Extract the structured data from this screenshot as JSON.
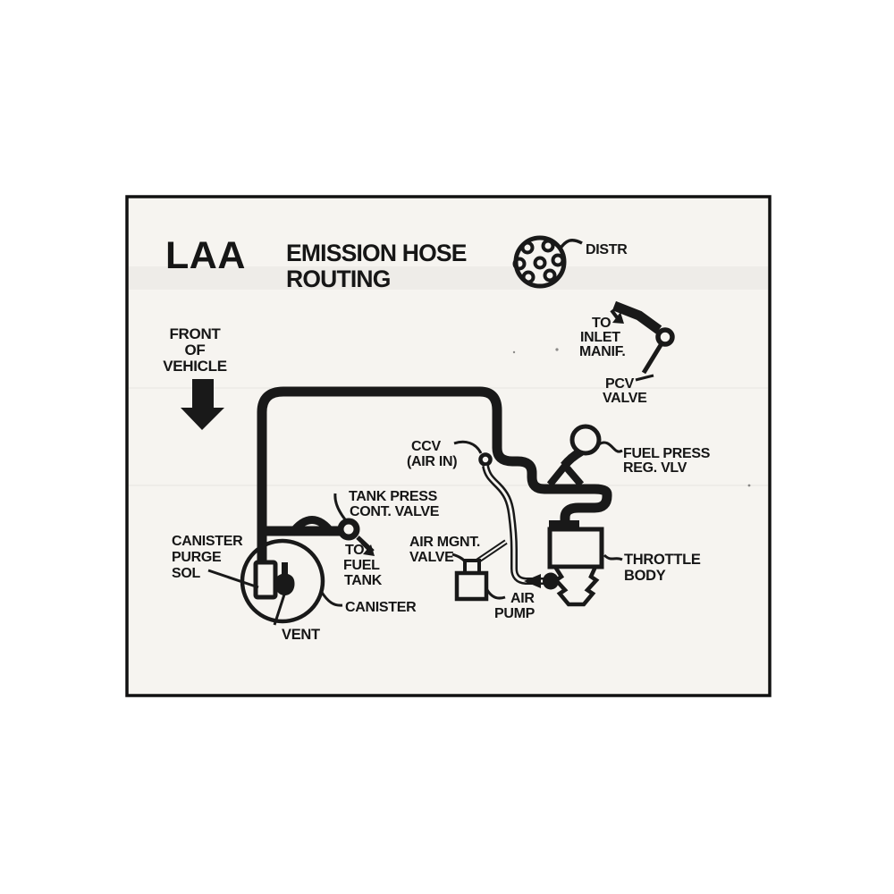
{
  "header": {
    "code": "LAA",
    "title_line1": "EMISSION HOSE",
    "title_line2": "ROUTING"
  },
  "labels": {
    "distr": "DISTR",
    "front_of_vehicle": [
      "FRONT",
      "OF",
      "VEHICLE"
    ],
    "to_inlet_manif": [
      "TO",
      "INLET",
      "MANIF."
    ],
    "pcv_valve": [
      "PCV",
      "VALVE"
    ],
    "ccv_air_in": [
      "CCV",
      "(AIR IN)"
    ],
    "fuel_press_reg": [
      "FUEL PRESS",
      "REG. VLV"
    ],
    "tank_press_valve": [
      "TANK PRESS",
      "CONT. VALVE"
    ],
    "to_fuel_tank": [
      "TO",
      "FUEL",
      "TANK"
    ],
    "canister_purge_sol": [
      "CANISTER",
      "PURGE",
      "SOL"
    ],
    "canister": "CANISTER",
    "vent": "VENT",
    "air_mgnt_valve": [
      "AIR MGNT.",
      "VALVE"
    ],
    "air_pump": [
      "AIR",
      "PUMP"
    ],
    "throttle_body": [
      "THROTTLE",
      "BODY"
    ]
  },
  "colors": {
    "ink": "#191919",
    "paper": "#f6f4f0",
    "page": "#ffffff"
  }
}
